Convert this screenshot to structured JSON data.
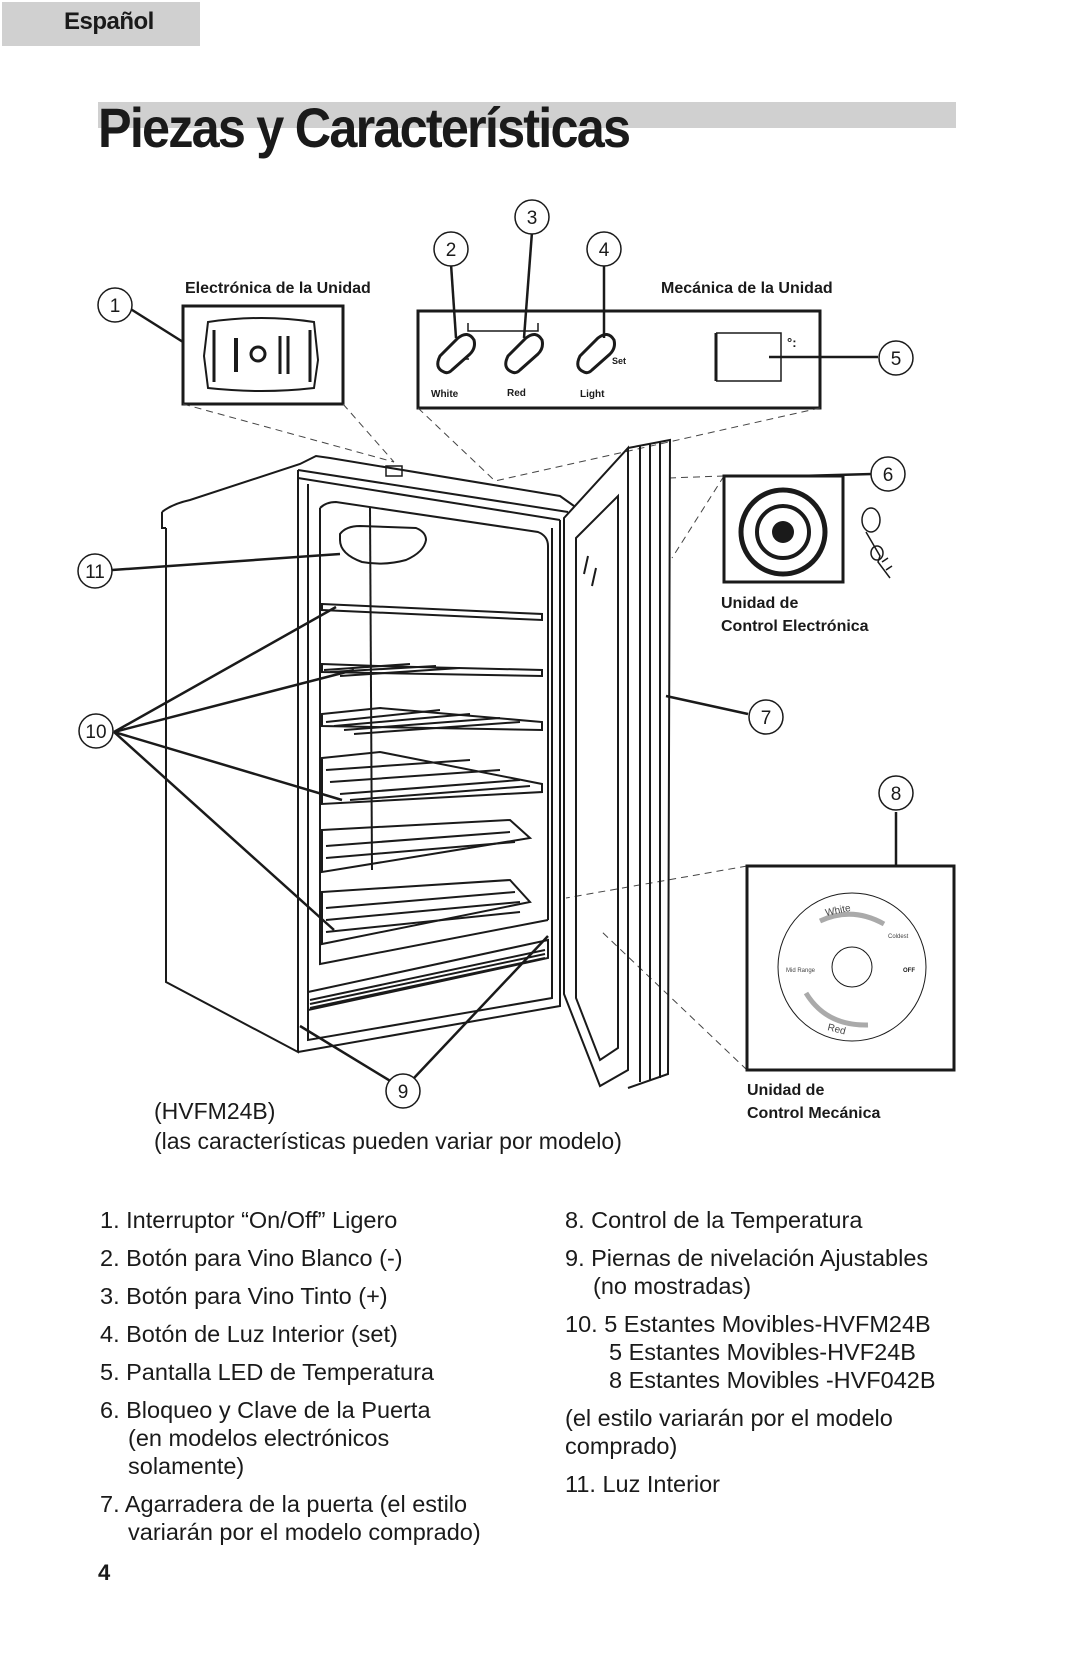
{
  "header": {
    "language_tab": "Español"
  },
  "page_title": "Piezas y Características",
  "diagram": {
    "electronic_label": "Electrónica de la Unidad",
    "mechanical_label": "Mecánica de la Unidad",
    "button_white": "White",
    "button_red": "Red",
    "button_light": "Light",
    "button_set": "Set",
    "display_glyph": "°:",
    "electronic_control_caption": [
      "Unidad de",
      "Control Electrónica"
    ],
    "mechanical_control_caption": [
      "Unidad de",
      "Control Mecánica"
    ],
    "dial": {
      "white": "White",
      "coldest": "Coldest",
      "mid_range": "Mid Range",
      "off": "OFF",
      "red": "Red"
    },
    "callouts": [
      "1",
      "2",
      "3",
      "4",
      "5",
      "6",
      "7",
      "8",
      "9",
      "10",
      "11"
    ]
  },
  "model_caption": {
    "model": "(HVFM24B)",
    "note": "(las características pueden variar por modelo)"
  },
  "parts_left": [
    [
      "1. Interruptor “On/Off” Ligero"
    ],
    [
      "2. Botón para Vino Blanco (-)"
    ],
    [
      "3. Botón para Vino Tinto (+)"
    ],
    [
      "4. Botón de Luz Interior (set)"
    ],
    [
      "5. Pantalla LED de Temperatura"
    ],
    [
      "6. Bloqueo y Clave de la Puerta",
      "(en modelos electrónicos",
      "solamente)"
    ],
    [
      "7. Agarradera de la puerta (el estilo",
      "variarán por el modelo comprado)"
    ]
  ],
  "parts_right": [
    [
      "8. Control de la Temperatura"
    ],
    [
      "9. Piernas de nivelación Ajustables",
      "(no mostradas)"
    ],
    [
      "10. 5 Estantes Movibles-HVFM24B",
      "5 Estantes Movibles-HVF24B",
      "8 Estantes Movibles -HVF042B"
    ],
    [
      "(el estilo variarán por el modelo",
      "comprado)"
    ],
    [
      "11. Luz Interior"
    ]
  ],
  "page_number": "4"
}
